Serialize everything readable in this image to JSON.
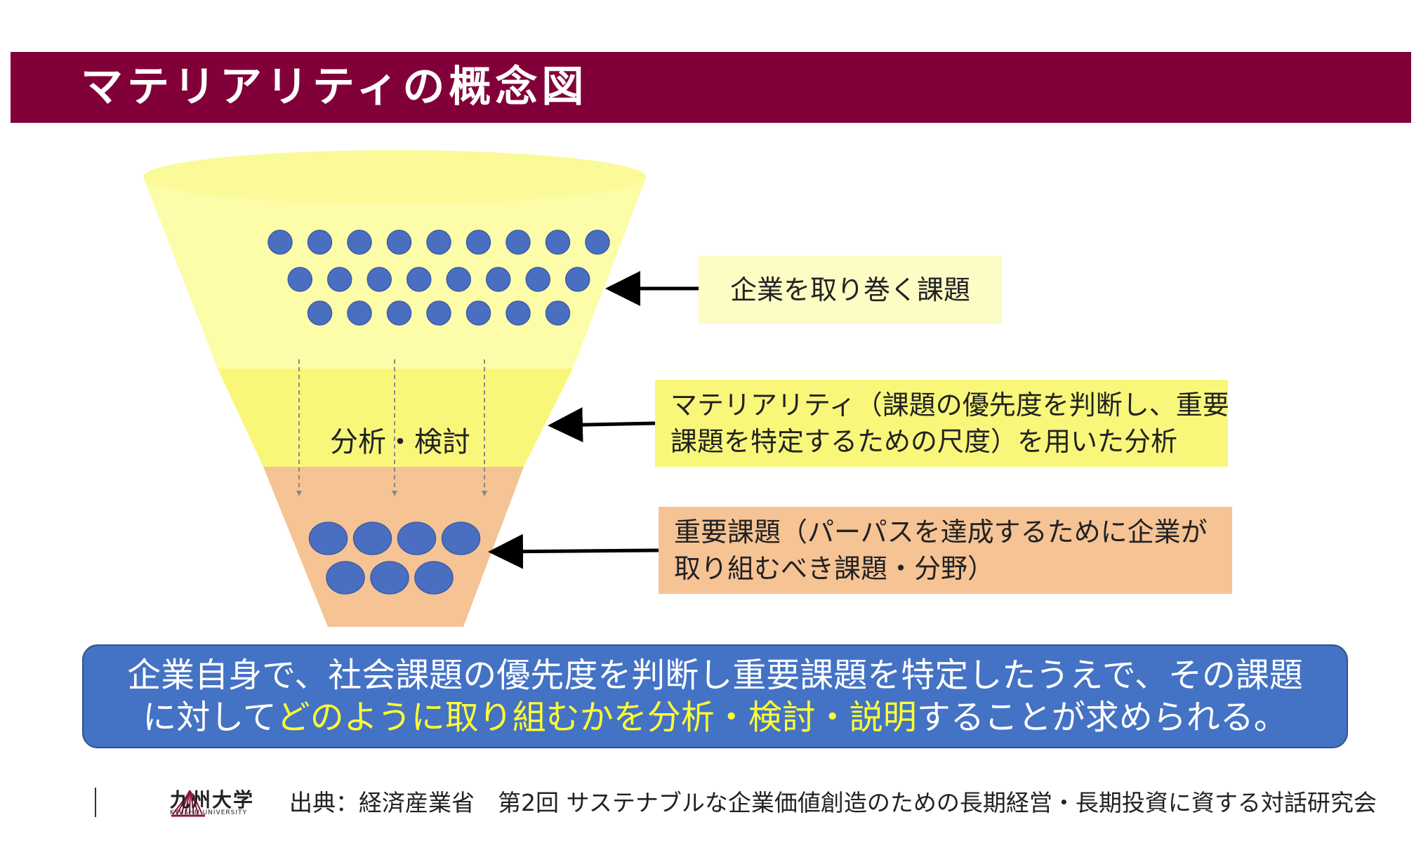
{
  "title": "マテリアリティの概念図",
  "funnel": {
    "middle_label": "分析・検討",
    "top_dot_rows": [
      9,
      8,
      7
    ],
    "bottom_dot_rows": [
      4,
      3
    ],
    "colors": {
      "top": "#fdfca8",
      "top_rim": "#fafa98",
      "middle": "#f8f77a",
      "bottom": "#f6c395",
      "dot": "#4a6fc0"
    }
  },
  "labels": {
    "issues": "企業を取り巻く課題",
    "analysis_line1": "マテリアリティ（課題の優先度を判断し、重要",
    "analysis_line2": "課題を特定するための尺度）を用いた分析",
    "important_line1": "重要課題（パーパスを達成するために企業が",
    "important_line2": "取り組むべき課題・分野）"
  },
  "summary": {
    "line1": "企業自身で、社会課題の優先度を判断し重要課題を特定したうえで、その課題",
    "line2_pre": "に対して",
    "line2_highlight": "どのように取り組むかを分析・検討・説明",
    "line2_post": "することが求められる。",
    "highlight_color": "#ffff33"
  },
  "footer": {
    "logo_name": "九州大学",
    "logo_sub": "KYUSHU UNIVERSITY",
    "source": "出典：経済産業省　第2回 サステナブルな企業価値創造のための長期経営・長期投資に資する対話研究会"
  }
}
